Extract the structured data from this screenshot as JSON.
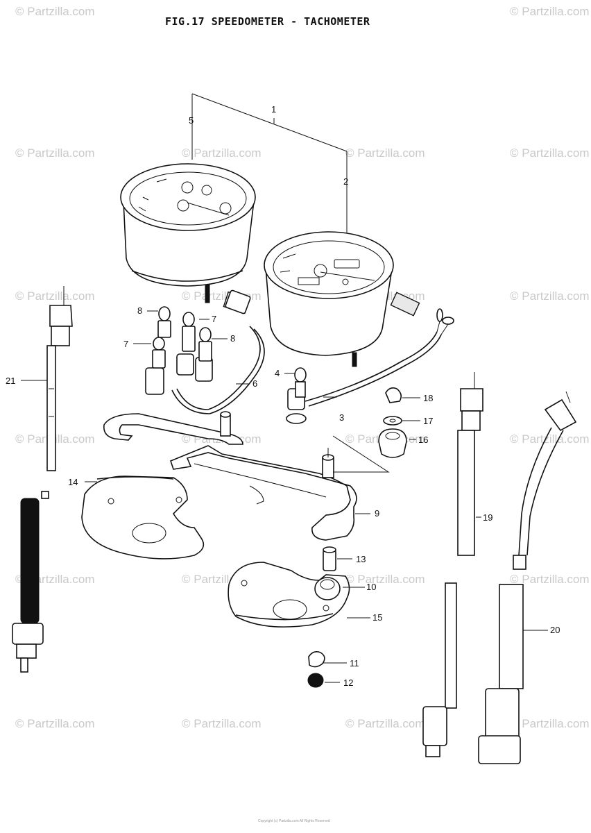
{
  "title": "FIG.17  SPEEDOMETER - TACHOMETER",
  "watermark": "© Partzilla.com",
  "footer_text": "Copyright (c) Partzilla.com All Rights Reserved",
  "callouts": {
    "c1": "1",
    "c2": "2",
    "c3": "3",
    "c4": "4",
    "c5": "5",
    "c6": "6",
    "c7a": "7",
    "c7b": "7",
    "c8a": "8",
    "c8b": "8",
    "c9": "9",
    "c10": "10",
    "c11": "11",
    "c12": "12",
    "c13": "13",
    "c14": "14",
    "c15": "15",
    "c16": "16",
    "c17": "17",
    "c18": "18",
    "c19": "19",
    "c20": "20",
    "c21": "21"
  },
  "colors": {
    "ink": "#111111",
    "watermark": "#c9c9c9",
    "background": "#ffffff"
  }
}
